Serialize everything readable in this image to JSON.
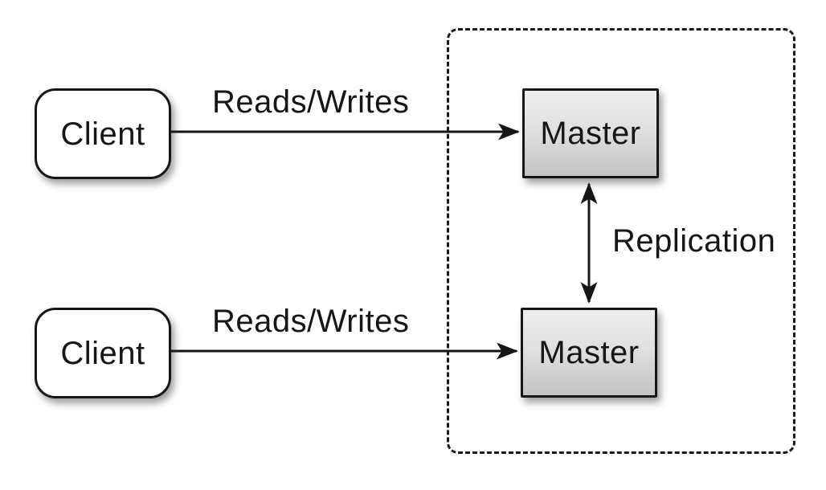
{
  "diagram": {
    "type": "architecture-diagram",
    "topic": "master-master-replication",
    "nodes": {
      "client_top": {
        "label": "Client"
      },
      "client_bottom": {
        "label": "Client"
      },
      "master_top": {
        "label": "Master"
      },
      "master_bottom": {
        "label": "Master"
      }
    },
    "edges": {
      "reads_writes_top": {
        "label": "Reads/Writes",
        "from": "client_top",
        "to": "master_top",
        "direction": "one-way"
      },
      "reads_writes_bottom": {
        "label": "Reads/Writes",
        "from": "client_bottom",
        "to": "master_bottom",
        "direction": "one-way"
      },
      "replication": {
        "label": "Replication",
        "from": "master_top",
        "to": "master_bottom",
        "direction": "two-way"
      }
    },
    "colors": {
      "background": "#ffffff",
      "stroke": "#161616",
      "text": "#161616",
      "client_fill": "#ffffff",
      "master_fill_top": "#ededed",
      "master_fill_bottom": "#c3c3c3"
    }
  }
}
